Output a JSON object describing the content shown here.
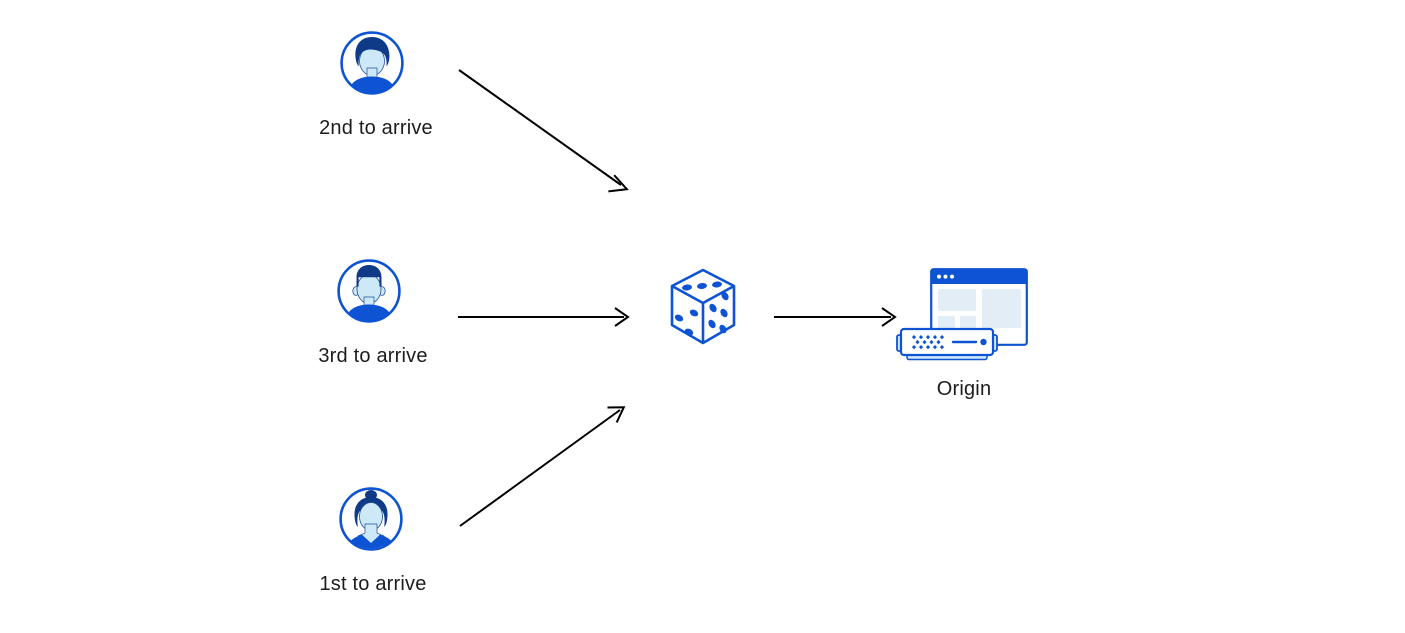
{
  "colors": {
    "accent_blue": "#0d53d3",
    "dark_navy": "#0e3a87",
    "light_blue": "#cde9f8",
    "panel_blue": "#e2edf6",
    "server_base_blue": "#cfe7fa",
    "arrow_black": "#000000",
    "text": "#1c1c1e",
    "bg": "#ffffff"
  },
  "diagram": {
    "users": [
      {
        "id": "second",
        "label": "2nd to arrive",
        "icon": "user-avatar-male-swoop-hair-icon"
      },
      {
        "id": "third",
        "label": "3rd to arrive",
        "icon": "user-avatar-male-short-hair-icon"
      },
      {
        "id": "first",
        "label": "1st to arrive",
        "icon": "user-avatar-female-bun-icon"
      }
    ],
    "selector": {
      "id": "random-selector",
      "icon": "dice-icon"
    },
    "origin": {
      "id": "origin",
      "label": "Origin",
      "icon": "origin-server-browser-icon"
    },
    "edges": [
      {
        "from": "2nd to arrive",
        "to": "dice"
      },
      {
        "from": "3rd to arrive",
        "to": "dice"
      },
      {
        "from": "1st to arrive",
        "to": "dice"
      },
      {
        "from": "dice",
        "to": "Origin"
      }
    ]
  }
}
